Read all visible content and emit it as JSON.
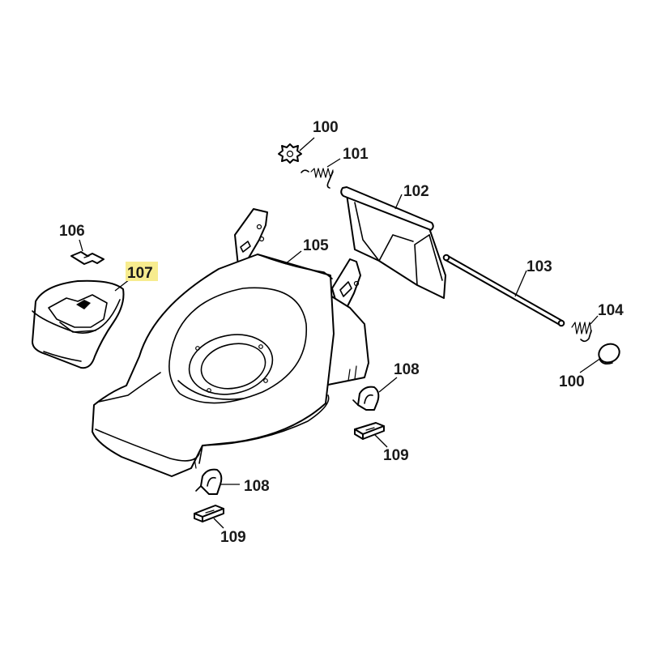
{
  "callouts": [
    {
      "text": "100"
    },
    {
      "text": "101"
    },
    {
      "text": "102"
    },
    {
      "text": "103"
    },
    {
      "text": "104"
    },
    {
      "text": "100"
    },
    {
      "text": "105"
    },
    {
      "text": "106"
    },
    {
      "text": "107",
      "highlighted": true,
      "highlight_color": "#f7ec8f"
    },
    {
      "text": "108"
    },
    {
      "text": "109"
    },
    {
      "text": "108"
    },
    {
      "text": "109"
    }
  ]
}
